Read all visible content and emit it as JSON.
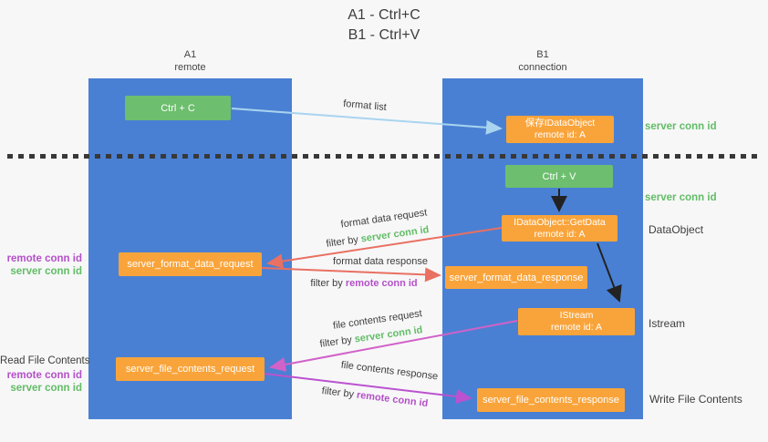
{
  "title": {
    "line1": "A1 - Ctrl+C",
    "line2": "B1 - Ctrl+V"
  },
  "lanes": {
    "left": {
      "name": "A1",
      "role": "remote"
    },
    "right": {
      "name": "B1",
      "role": "connection"
    }
  },
  "boxes": {
    "ctrl_c": {
      "label": "Ctrl + C"
    },
    "save_dataobject": {
      "line1": "保存IDataObject",
      "line2": "remote id: A"
    },
    "ctrl_v": {
      "label": "Ctrl + V"
    },
    "getdata": {
      "line1": "IDataObject::GetData",
      "line2": "remote id: A"
    },
    "format_request": {
      "label": "server_format_data_request"
    },
    "format_response": {
      "label": "server_format_data_response"
    },
    "istream": {
      "line1": "IStream",
      "line2": "remote id: A"
    },
    "file_request": {
      "label": "server_file_contents_request"
    },
    "file_response": {
      "label": "server_file_contents_response"
    }
  },
  "edges": {
    "format_list": {
      "label": "format list"
    },
    "format_data_request": {
      "label": "format data request",
      "filter_prefix": "filter by",
      "filter_key": "server conn id"
    },
    "format_data_response": {
      "label": "format data response",
      "filter_prefix": "filter by",
      "filter_key": "remote conn id"
    },
    "file_contents_request": {
      "label": "file contents request",
      "filter_prefix": "filter by",
      "filter_key": "server conn id"
    },
    "file_contents_response": {
      "label": "file contents response",
      "filter_prefix": "filter by",
      "filter_key": "remote conn id"
    }
  },
  "side_labels": {
    "right_top_server_conn_id": "server conn id",
    "right_mid_server_conn_id": "server conn id",
    "dataobject": "DataObject",
    "istream": "Istream",
    "write_file_contents": "Write File Contents",
    "read_file_contents": "Read File Contents",
    "left_format_remote_conn_id": "remote conn id",
    "left_format_server_conn_id": "server conn id",
    "left_file_remote_conn_id": "remote conn id",
    "left_file_server_conn_id": "server conn id"
  },
  "colors": {
    "lane_blue": "#4a80d3",
    "box_green": "#6dbe6e",
    "box_orange": "#f9a43b",
    "arrow_lightblue": "#a9d4ef",
    "arrow_salmon": "#e97062",
    "arrow_pink": "#d162c8",
    "arrow_magenta": "#bb52cf",
    "arrow_black": "#222222",
    "text_green": "#62bd66",
    "text_purple": "#b450c8"
  }
}
